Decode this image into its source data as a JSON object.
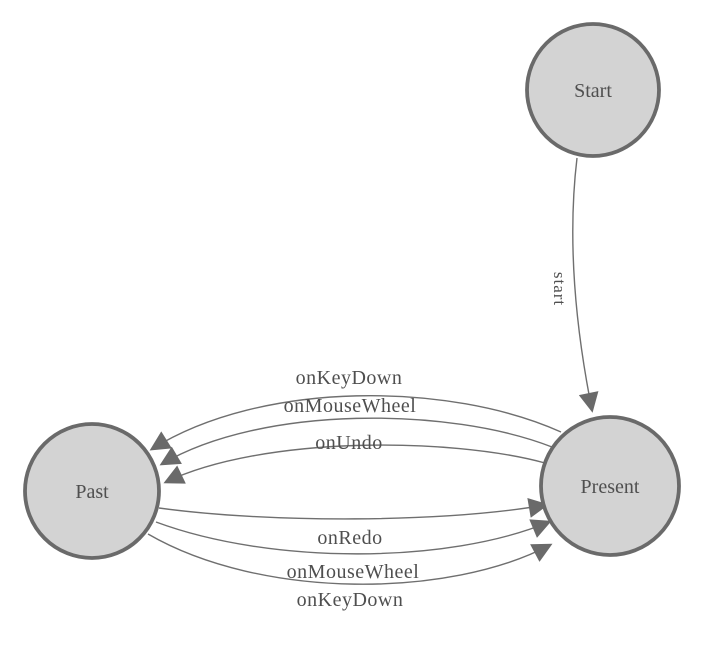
{
  "diagram": {
    "colors": {
      "background": "#ffffff",
      "node_fill": "#d3d3d3",
      "node_stroke": "#6a6a6a",
      "edge_stroke": "#6f6f6f",
      "arrow_fill": "#6a6a6a",
      "label_text": "#4f4f4f"
    },
    "nodes": [
      {
        "id": "start",
        "label": "Start"
      },
      {
        "id": "present",
        "label": "Present"
      },
      {
        "id": "past",
        "label": "Past"
      }
    ],
    "edges": [
      {
        "from": "Start",
        "to": "Present",
        "label": "start"
      },
      {
        "from": "Present",
        "to": "Past",
        "label": "onKeyDown"
      },
      {
        "from": "Present",
        "to": "Past",
        "label": "onMouseWheel"
      },
      {
        "from": "Present",
        "to": "Past",
        "label": "onUndo"
      },
      {
        "from": "Past",
        "to": "Present",
        "label": "onRedo"
      },
      {
        "from": "Past",
        "to": "Present",
        "label": "onMouseWheel"
      },
      {
        "from": "Past",
        "to": "Present",
        "label": "onKeyDown"
      }
    ]
  }
}
